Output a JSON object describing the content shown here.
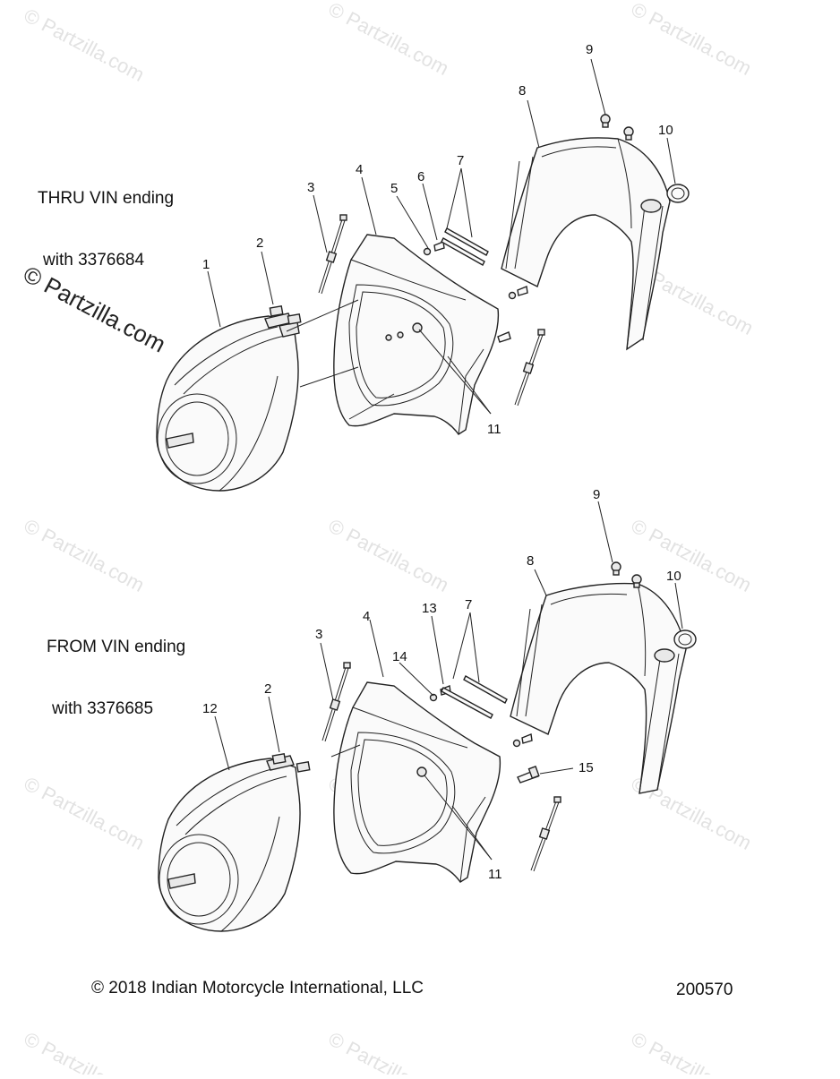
{
  "watermark": {
    "text": "© Partzilla.com"
  },
  "sections": [
    {
      "label_line1": "THRU VIN ending",
      "label_line2": "with 3376684"
    },
    {
      "label_line1": "FROM VIN ending",
      "label_line2": "with 3376685"
    }
  ],
  "callouts_top": [
    "1",
    "2",
    "3",
    "4",
    "5",
    "6",
    "7",
    "8",
    "9",
    "10",
    "11"
  ],
  "callouts_bottom": [
    "12",
    "2",
    "3",
    "4",
    "14",
    "13",
    "7",
    "8",
    "9",
    "10",
    "15",
    "11"
  ],
  "footer": {
    "copyright": "© 2018 Indian Motorcycle International, LLC",
    "diagram_number": "200570"
  }
}
